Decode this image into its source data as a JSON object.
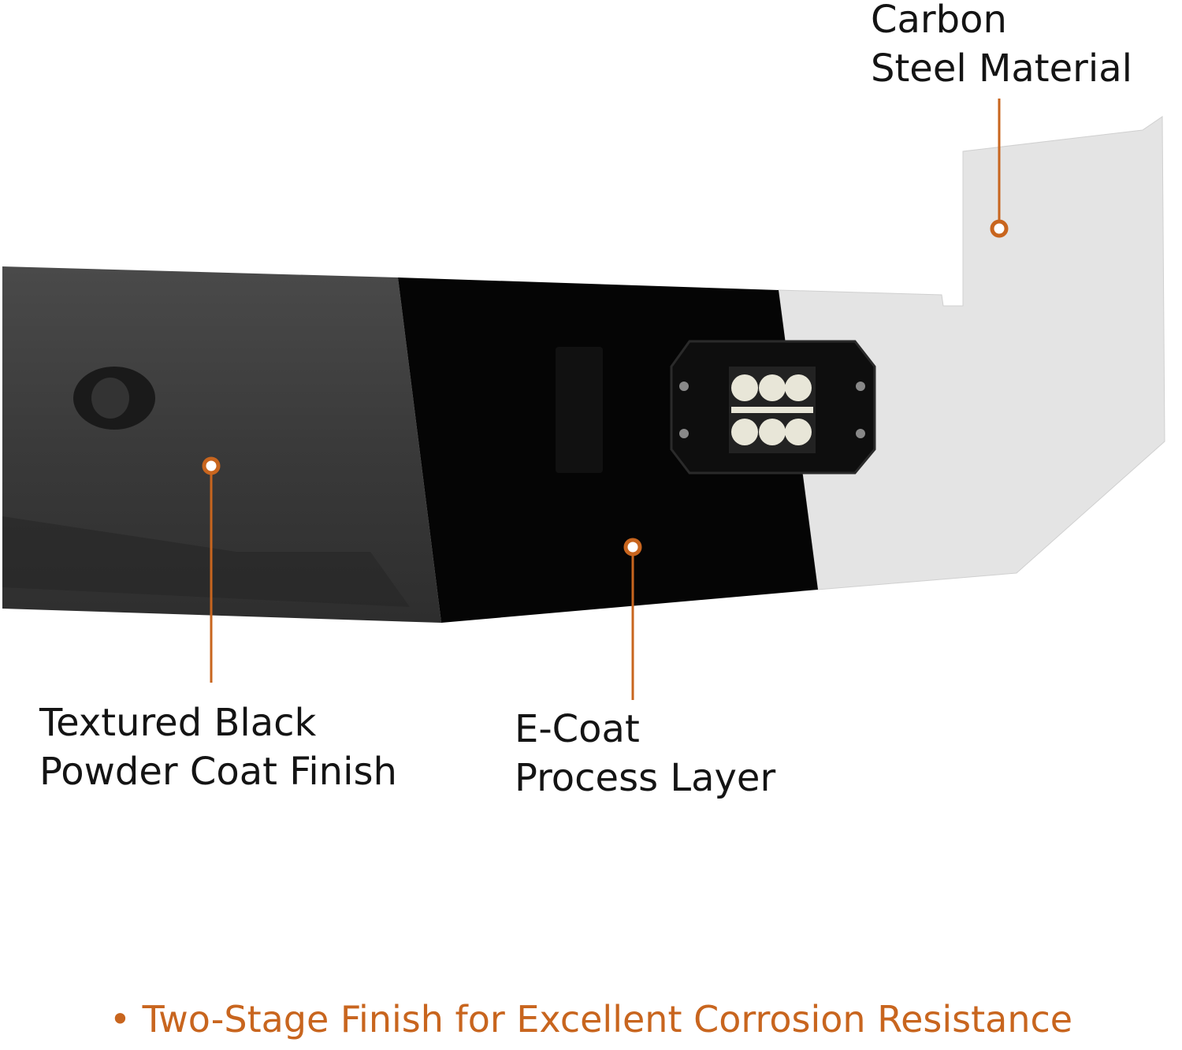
{
  "callouts": {
    "powder_coat": {
      "line1": "Textured Black",
      "line2": "Powder Coat Finish"
    },
    "ecoat": {
      "line1": "E-Coat",
      "line2": "Process Layer"
    },
    "carbon_steel": {
      "line1": "Carbon",
      "line2": "Steel Material"
    }
  },
  "tagline": "• Two-Stage Finish for Excellent Corrosion Resistance",
  "colors": {
    "accent": "#c8651e",
    "powder_coat": "#3a3a3a",
    "ecoat": "#050505",
    "raw_steel": "#e2e2e2"
  }
}
